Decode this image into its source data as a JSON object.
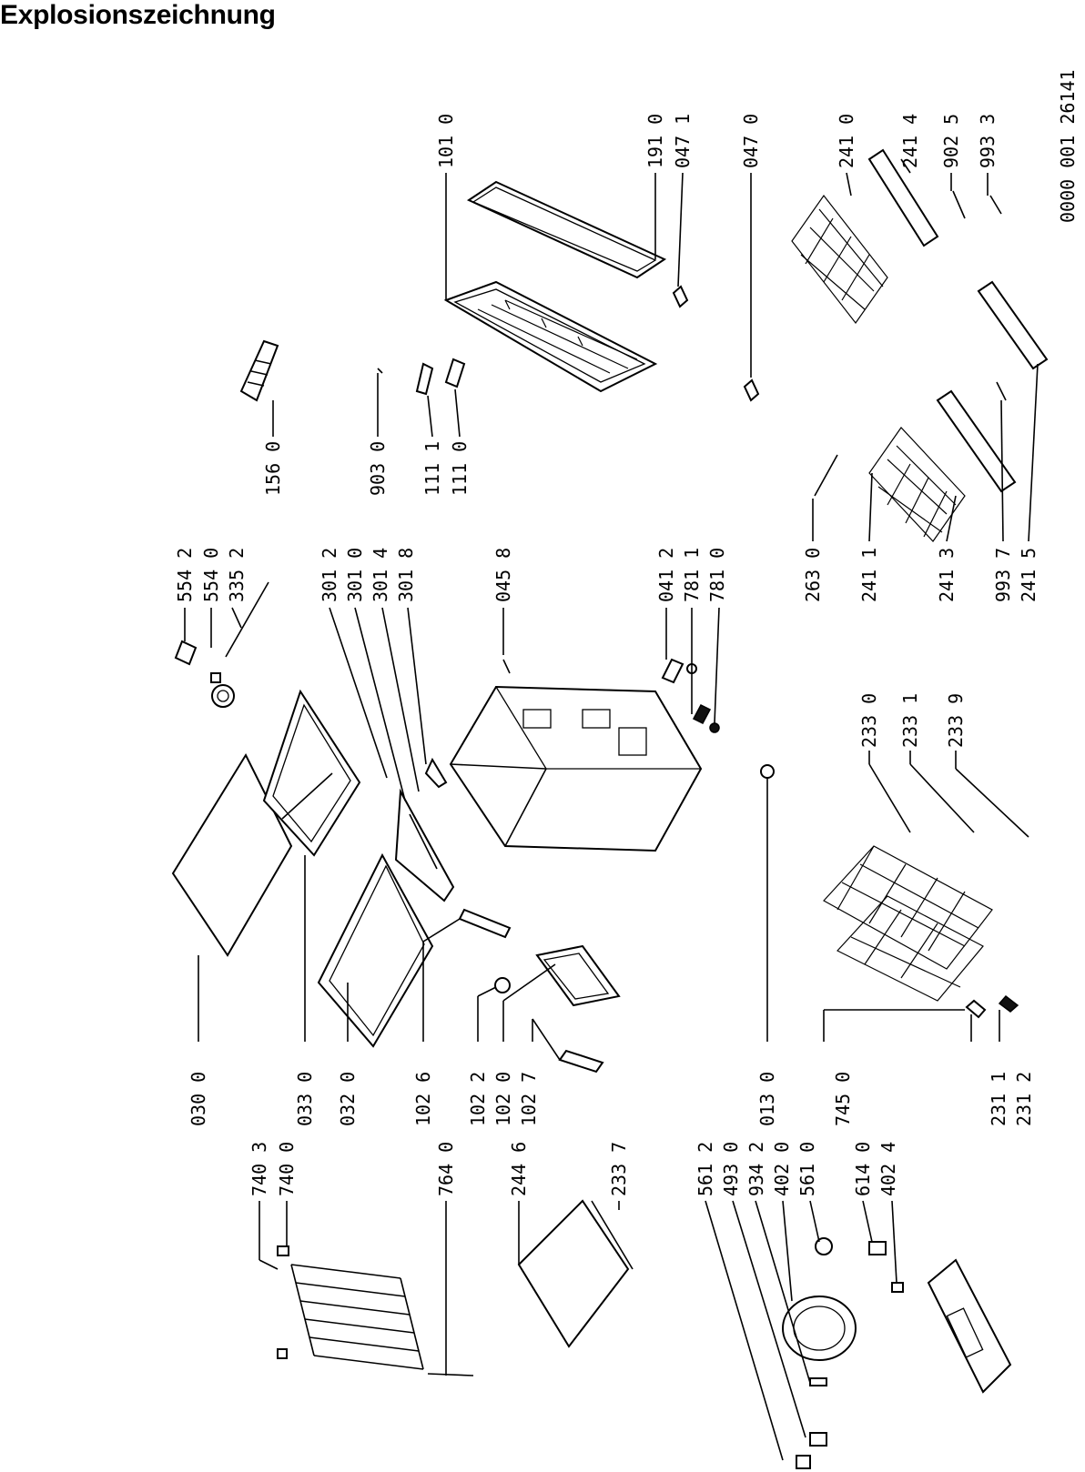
{
  "title": "Explosionszeichnung",
  "document_number": "0000 001 26141",
  "labels": [
    "030 0",
    "033 0",
    "032 0",
    "102 6",
    "102 2",
    "102 0",
    "102 7",
    "013 0",
    "745 0",
    "231 1",
    "231 2",
    "740 3",
    "740 0",
    "764 0",
    "244 6",
    "233 7",
    "561 2",
    "493 0",
    "934 2",
    "402 0",
    "561 0",
    "614 0",
    "402 4",
    "554 2",
    "554 0",
    "335 2",
    "301 2",
    "301 0",
    "301 4",
    "301 8",
    "045 8",
    "041 2",
    "781 1",
    "781 0",
    "233 0",
    "233 1",
    "233 9",
    "263 0",
    "241 1",
    "241 3",
    "993 7",
    "241 5",
    "156 0",
    "903 0",
    "111 1",
    "111 0",
    "101 0",
    "191 0",
    "047 1",
    "047 0",
    "241 0",
    "241 4",
    "902 5",
    "993 3"
  ]
}
